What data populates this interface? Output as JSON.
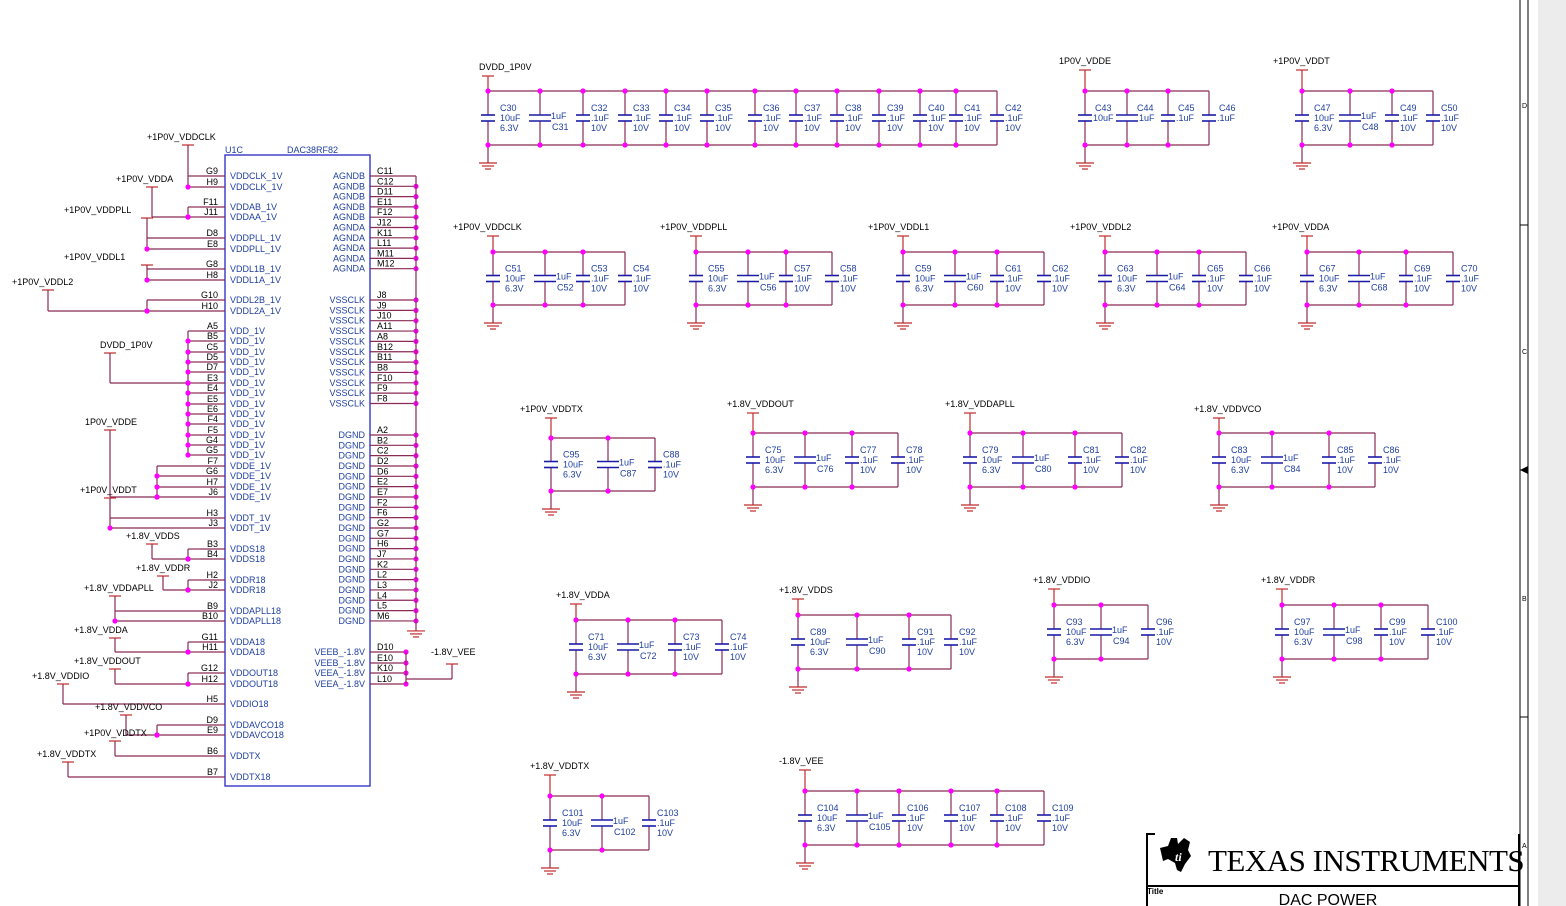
{
  "chip": {
    "ref": "U1C",
    "part": "DAC38RF82",
    "left_pins": [
      {
        "pin": "G9",
        "name": "VDDCLK_1V"
      },
      {
        "pin": "H9",
        "name": "VDDCLK_1V"
      },
      {
        "pin": "F11",
        "name": "VDDAB_1V"
      },
      {
        "pin": "J11",
        "name": "VDDAA_1V"
      },
      {
        "pin": "D8",
        "name": "VDDPLL_1V"
      },
      {
        "pin": "E8",
        "name": "VDDPLL_1V"
      },
      {
        "pin": "G8",
        "name": "VDDL1B_1V"
      },
      {
        "pin": "H8",
        "name": "VDDL1A_1V"
      },
      {
        "pin": "G10",
        "name": "VDDL2B_1V"
      },
      {
        "pin": "H10",
        "name": "VDDL2A_1V"
      },
      {
        "pin": "A5",
        "name": "VDD_1V"
      },
      {
        "pin": "B5",
        "name": "VDD_1V"
      },
      {
        "pin": "C5",
        "name": "VDD_1V"
      },
      {
        "pin": "D5",
        "name": "VDD_1V"
      },
      {
        "pin": "D7",
        "name": "VDD_1V"
      },
      {
        "pin": "E3",
        "name": "VDD_1V"
      },
      {
        "pin": "E4",
        "name": "VDD_1V"
      },
      {
        "pin": "E5",
        "name": "VDD_1V"
      },
      {
        "pin": "E6",
        "name": "VDD_1V"
      },
      {
        "pin": "F4",
        "name": "VDD_1V"
      },
      {
        "pin": "F5",
        "name": "VDD_1V"
      },
      {
        "pin": "G4",
        "name": "VDD_1V"
      },
      {
        "pin": "G5",
        "name": "VDD_1V"
      },
      {
        "pin": "F7",
        "name": "VDDE_1V"
      },
      {
        "pin": "G6",
        "name": "VDDE_1V"
      },
      {
        "pin": "H7",
        "name": "VDDE_1V"
      },
      {
        "pin": "J6",
        "name": "VDDE_1V"
      },
      {
        "pin": "H3",
        "name": "VDDT_1V"
      },
      {
        "pin": "J3",
        "name": "VDDT_1V"
      },
      {
        "pin": "B3",
        "name": "VDDS18"
      },
      {
        "pin": "B4",
        "name": "VDDS18"
      },
      {
        "pin": "H2",
        "name": "VDDR18"
      },
      {
        "pin": "J2",
        "name": "VDDR18"
      },
      {
        "pin": "B9",
        "name": "VDDAPLL18"
      },
      {
        "pin": "B10",
        "name": "VDDAPLL18"
      },
      {
        "pin": "G11",
        "name": "VDDA18"
      },
      {
        "pin": "H11",
        "name": "VDDA18"
      },
      {
        "pin": "G12",
        "name": "VDDOUT18"
      },
      {
        "pin": "H12",
        "name": "VDDOUT18"
      },
      {
        "pin": "H5",
        "name": "VDDIO18"
      },
      {
        "pin": "D9",
        "name": "VDDAVCO18"
      },
      {
        "pin": "E9",
        "name": "VDDAVCO18"
      },
      {
        "pin": "B6",
        "name": "VDDTX"
      },
      {
        "pin": "B7",
        "name": "VDDTX18"
      }
    ],
    "right_pins": [
      {
        "pin": "C11",
        "name": "AGNDB"
      },
      {
        "pin": "C12",
        "name": "AGNDB"
      },
      {
        "pin": "D11",
        "name": "AGNDB"
      },
      {
        "pin": "E11",
        "name": "AGNDB"
      },
      {
        "pin": "F12",
        "name": "AGNDB"
      },
      {
        "pin": "J12",
        "name": "AGNDA"
      },
      {
        "pin": "K11",
        "name": "AGNDA"
      },
      {
        "pin": "L11",
        "name": "AGNDA"
      },
      {
        "pin": "M11",
        "name": "AGNDA"
      },
      {
        "pin": "M12",
        "name": "AGNDA"
      },
      {
        "pin": "J8",
        "name": "VSSCLK"
      },
      {
        "pin": "J9",
        "name": "VSSCLK"
      },
      {
        "pin": "J10",
        "name": "VSSCLK"
      },
      {
        "pin": "A11",
        "name": "VSSCLK"
      },
      {
        "pin": "A8",
        "name": "VSSCLK"
      },
      {
        "pin": "B12",
        "name": "VSSCLK"
      },
      {
        "pin": "B11",
        "name": "VSSCLK"
      },
      {
        "pin": "B8",
        "name": "VSSCLK"
      },
      {
        "pin": "F10",
        "name": "VSSCLK"
      },
      {
        "pin": "F9",
        "name": "VSSCLK"
      },
      {
        "pin": "F8",
        "name": "VSSCLK"
      },
      {
        "pin": "A2",
        "name": "DGND"
      },
      {
        "pin": "B2",
        "name": "DGND"
      },
      {
        "pin": "C2",
        "name": "DGND"
      },
      {
        "pin": "D2",
        "name": "DGND"
      },
      {
        "pin": "D6",
        "name": "DGND"
      },
      {
        "pin": "E2",
        "name": "DGND"
      },
      {
        "pin": "E7",
        "name": "DGND"
      },
      {
        "pin": "F2",
        "name": "DGND"
      },
      {
        "pin": "F6",
        "name": "DGND"
      },
      {
        "pin": "G2",
        "name": "DGND"
      },
      {
        "pin": "G7",
        "name": "DGND"
      },
      {
        "pin": "H6",
        "name": "DGND"
      },
      {
        "pin": "J7",
        "name": "DGND"
      },
      {
        "pin": "K2",
        "name": "DGND"
      },
      {
        "pin": "L2",
        "name": "DGND"
      },
      {
        "pin": "L3",
        "name": "DGND"
      },
      {
        "pin": "L4",
        "name": "DGND"
      },
      {
        "pin": "L5",
        "name": "DGND"
      },
      {
        "pin": "M6",
        "name": "DGND"
      },
      {
        "pin": "D10",
        "name": "VEEB_-1.8V"
      },
      {
        "pin": "E10",
        "name": "VEEB_-1.8V"
      },
      {
        "pin": "K10",
        "name": "VEEA_-1.8V"
      },
      {
        "pin": "L10",
        "name": "VEEA_-1.8V"
      }
    ],
    "left_nets": [
      {
        "net": "+1P0V_VDDCLK",
        "pins": [
          "G9",
          "H9"
        ]
      },
      {
        "net": "+1P0V_VDDA",
        "pins": [
          "F11",
          "J11"
        ]
      },
      {
        "net": "+1P0V_VDDPLL",
        "pins": [
          "D8",
          "E8"
        ]
      },
      {
        "net": "+1P0V_VDDL1",
        "pins": [
          "G8",
          "H8"
        ]
      },
      {
        "net": "+1P0V_VDDL2",
        "pins": [
          "G10",
          "H10"
        ]
      },
      {
        "net": "DVDD_1P0V",
        "pins": [
          "A5",
          "B5",
          "C5",
          "D5",
          "D7",
          "E3",
          "E4",
          "E5",
          "E6",
          "F4",
          "F5",
          "G4",
          "G5"
        ]
      },
      {
        "net": "1P0V_VDDE",
        "pins": [
          "F7",
          "G6",
          "H7",
          "J6"
        ]
      },
      {
        "net": "+1P0V_VDDT",
        "pins": [
          "H3",
          "J3"
        ]
      },
      {
        "net": "+1.8V_VDDS",
        "pins": [
          "B3",
          "B4"
        ]
      },
      {
        "net": "+1.8V_VDDR",
        "pins": [
          "H2",
          "J2"
        ]
      },
      {
        "net": "+1.8V_VDDAPLL",
        "pins": [
          "B9",
          "B10"
        ]
      },
      {
        "net": "+1.8V_VDDA",
        "pins": [
          "G11",
          "H11"
        ]
      },
      {
        "net": "+1.8V_VDDOUT",
        "pins": [
          "G12",
          "H12"
        ]
      },
      {
        "net": "+1.8V_VDDIO",
        "pins": [
          "H5"
        ]
      },
      {
        "net": "+1.8V_VDDVCO",
        "pins": [
          "D9",
          "E9"
        ]
      },
      {
        "net": "+1P0V_VDDTX",
        "pins": [
          "B6"
        ]
      },
      {
        "net": "+1.8V_VDDTX",
        "pins": [
          "B7"
        ]
      }
    ],
    "vee_net": "-1.8V_VEE"
  },
  "cap_groups": [
    {
      "net": "DVDD_1P0V",
      "caps": [
        {
          "ref": "C30",
          "value": "10uF",
          "voltage": "6.3V"
        },
        {
          "ref": "C31",
          "value": "1uF",
          "voltage": ""
        },
        {
          "ref": "C32",
          "value": ".1uF",
          "voltage": "10V"
        },
        {
          "ref": "C33",
          "value": ".1uF",
          "voltage": "10V"
        },
        {
          "ref": "C34",
          "value": ".1uF",
          "voltage": "10V"
        },
        {
          "ref": "C35",
          "value": ".1uF",
          "voltage": "10V"
        },
        {
          "ref": "C36",
          "value": ".1uF",
          "voltage": "10V"
        },
        {
          "ref": "C37",
          "value": ".1uF",
          "voltage": "10V"
        },
        {
          "ref": "C38",
          "value": ".1uF",
          "voltage": "10V"
        },
        {
          "ref": "C39",
          "value": ".1uF",
          "voltage": "10V"
        },
        {
          "ref": "C40",
          "value": ".1uF",
          "voltage": "10V"
        },
        {
          "ref": "C41",
          "value": ".1uF",
          "voltage": "10V"
        },
        {
          "ref": "C42",
          "value": ".1uF",
          "voltage": "10V"
        }
      ]
    },
    {
      "net": "1P0V_VDDE",
      "caps": [
        {
          "ref": "C43",
          "value": "10uF",
          "voltage": ""
        },
        {
          "ref": "C44",
          "value": "1uF",
          "voltage": ""
        },
        {
          "ref": "C45",
          "value": ".1uF",
          "voltage": ""
        },
        {
          "ref": "C46",
          "value": ".1uF",
          "voltage": ""
        }
      ]
    },
    {
      "net": "+1P0V_VDDT",
      "caps": [
        {
          "ref": "C47",
          "value": "10uF",
          "voltage": "6.3V"
        },
        {
          "ref": "C48",
          "value": "1uF",
          "voltage": ""
        },
        {
          "ref": "C49",
          "value": ".1uF",
          "voltage": "10V"
        },
        {
          "ref": "C50",
          "value": ".1uF",
          "voltage": "10V"
        }
      ]
    },
    {
      "net": "+1P0V_VDDCLK",
      "caps": [
        {
          "ref": "C51",
          "value": "10uF",
          "voltage": "6.3V"
        },
        {
          "ref": "C52",
          "value": "1uF",
          "voltage": ""
        },
        {
          "ref": "C53",
          "value": ".1uF",
          "voltage": "10V"
        },
        {
          "ref": "C54",
          "value": ".1uF",
          "voltage": "10V"
        }
      ]
    },
    {
      "net": "+1P0V_VDDPLL",
      "caps": [
        {
          "ref": "C55",
          "value": "10uF",
          "voltage": "6.3V"
        },
        {
          "ref": "C56",
          "value": "1uF",
          "voltage": ""
        },
        {
          "ref": "C57",
          "value": ".1uF",
          "voltage": "10V"
        },
        {
          "ref": "C58",
          "value": ".1uF",
          "voltage": "10V"
        }
      ]
    },
    {
      "net": "+1P0V_VDDL1",
      "caps": [
        {
          "ref": "C59",
          "value": "10uF",
          "voltage": "6.3V"
        },
        {
          "ref": "C60",
          "value": "1uF",
          "voltage": ""
        },
        {
          "ref": "C61",
          "value": ".1uF",
          "voltage": "10V"
        },
        {
          "ref": "C62",
          "value": ".1uF",
          "voltage": "10V"
        }
      ]
    },
    {
      "net": "+1P0V_VDDL2",
      "caps": [
        {
          "ref": "C63",
          "value": "10uF",
          "voltage": "6.3V"
        },
        {
          "ref": "C64",
          "value": "1uF",
          "voltage": ""
        },
        {
          "ref": "C65",
          "value": ".1uF",
          "voltage": "10V"
        },
        {
          "ref": "C66",
          "value": ".1uF",
          "voltage": "10V"
        }
      ]
    },
    {
      "net": "+1P0V_VDDA",
      "caps": [
        {
          "ref": "C67",
          "value": "10uF",
          "voltage": "6.3V"
        },
        {
          "ref": "C68",
          "value": "1uF",
          "voltage": ""
        },
        {
          "ref": "C69",
          "value": ".1uF",
          "voltage": "10V"
        },
        {
          "ref": "C70",
          "value": ".1uF",
          "voltage": "10V"
        }
      ]
    },
    {
      "net": "+1P0V_VDDTX",
      "caps": [
        {
          "ref": "C95",
          "value": "10uF",
          "voltage": "6.3V"
        },
        {
          "ref": "C87",
          "value": "1uF",
          "voltage": ""
        },
        {
          "ref": "C88",
          "value": ".1uF",
          "voltage": "10V"
        }
      ]
    },
    {
      "net": "+1.8V_VDDOUT",
      "caps": [
        {
          "ref": "C75",
          "value": "10uF",
          "voltage": "6.3V"
        },
        {
          "ref": "C76",
          "value": "1uF",
          "voltage": ""
        },
        {
          "ref": "C77",
          "value": ".1uF",
          "voltage": "10V"
        },
        {
          "ref": "C78",
          "value": ".1uF",
          "voltage": "10V"
        }
      ]
    },
    {
      "net": "+1.8V_VDDAPLL",
      "caps": [
        {
          "ref": "C79",
          "value": "10uF",
          "voltage": "6.3V"
        },
        {
          "ref": "C80",
          "value": "1uF",
          "voltage": ""
        },
        {
          "ref": "C81",
          "value": ".1uF",
          "voltage": "10V"
        },
        {
          "ref": "C82",
          "value": ".1uF",
          "voltage": "10V"
        }
      ]
    },
    {
      "net": "+1.8V_VDDVCO",
      "caps": [
        {
          "ref": "C83",
          "value": "10uF",
          "voltage": "6.3V"
        },
        {
          "ref": "C84",
          "value": "1uF",
          "voltage": ""
        },
        {
          "ref": "C85",
          "value": ".1uF",
          "voltage": "10V"
        },
        {
          "ref": "C86",
          "value": ".1uF",
          "voltage": "10V"
        }
      ]
    },
    {
      "net": "+1.8V_VDDA",
      "caps": [
        {
          "ref": "C71",
          "value": "10uF",
          "voltage": "6.3V"
        },
        {
          "ref": "C72",
          "value": "1uF",
          "voltage": ""
        },
        {
          "ref": "C73",
          "value": ".1uF",
          "voltage": "10V"
        },
        {
          "ref": "C74",
          "value": ".1uF",
          "voltage": "10V"
        }
      ]
    },
    {
      "net": "+1.8V_VDDS",
      "caps": [
        {
          "ref": "C89",
          "value": "10uF",
          "voltage": "6.3V"
        },
        {
          "ref": "C90",
          "value": "1uF",
          "voltage": ""
        },
        {
          "ref": "C91",
          "value": ".1uF",
          "voltage": "10V"
        },
        {
          "ref": "C92",
          "value": ".1uF",
          "voltage": "10V"
        }
      ]
    },
    {
      "net": "+1.8V_VDDIO",
      "caps": [
        {
          "ref": "C93",
          "value": "10uF",
          "voltage": "6.3V"
        },
        {
          "ref": "C94",
          "value": "1uF",
          "voltage": ""
        },
        {
          "ref": "C96",
          "value": ".1uF",
          "voltage": "10V"
        }
      ]
    },
    {
      "net": "+1.8V_VDDR",
      "caps": [
        {
          "ref": "C97",
          "value": "10uF",
          "voltage": "6.3V"
        },
        {
          "ref": "C98",
          "value": "1uF",
          "voltage": ""
        },
        {
          "ref": "C99",
          "value": ".1uF",
          "voltage": "10V"
        },
        {
          "ref": "C100",
          "value": ".1uF",
          "voltage": "10V"
        }
      ]
    },
    {
      "net": "+1.8V_VDDTX",
      "caps": [
        {
          "ref": "C101",
          "value": "10uF",
          "voltage": "6.3V"
        },
        {
          "ref": "C102",
          "value": "1uF",
          "voltage": ""
        },
        {
          "ref": "C103",
          "value": ".1uF",
          "voltage": "10V"
        }
      ]
    },
    {
      "net": "-1.8V_VEE",
      "caps": [
        {
          "ref": "C104",
          "value": "10uF",
          "voltage": "6.3V"
        },
        {
          "ref": "C105",
          "value": "1uF",
          "voltage": ""
        },
        {
          "ref": "C106",
          "value": ".1uF",
          "voltage": "10V"
        },
        {
          "ref": "C107",
          "value": ".1uF",
          "voltage": "10V"
        },
        {
          "ref": "C108",
          "value": ".1uF",
          "voltage": "10V"
        },
        {
          "ref": "C109",
          "value": ".1uF",
          "voltage": "10V"
        }
      ]
    }
  ],
  "title_block": {
    "logo": "TEXAS INSTRUMENTS",
    "title_label": "Title",
    "title": "DAC POWER"
  },
  "border_zones": [
    "D",
    "C",
    "B",
    "A"
  ],
  "colors": {
    "wire": "#8a2a55",
    "component": "#1a1aa8",
    "junction": "#ff00ff",
    "pin_text": "#1f3f9f",
    "power_flag": "#c02a2a"
  }
}
